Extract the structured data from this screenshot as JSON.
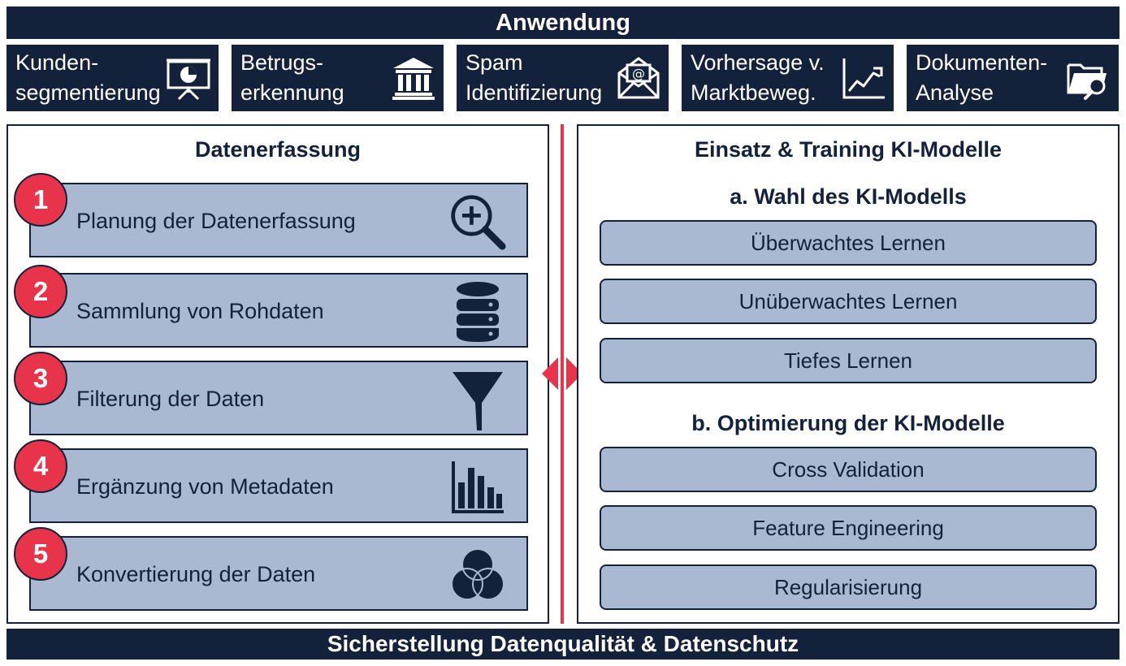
{
  "header": {
    "title": "Anwendung"
  },
  "applications": [
    {
      "label": "Kunden-\nsegmentierung",
      "icon": "presentation-chart-icon"
    },
    {
      "label": "Betrugs-\nerkennung",
      "icon": "bank-icon"
    },
    {
      "label": "Spam\nIdentifizierung",
      "icon": "email-icon"
    },
    {
      "label": "Vorhersage v.\nMarktbeweg.",
      "icon": "trend-chart-icon"
    },
    {
      "label": "Dokumenten-\nAnalyse",
      "icon": "folder-search-icon"
    }
  ],
  "left_panel": {
    "title": "Datenerfassung",
    "steps": [
      {
        "number": "1",
        "label": "Planung der Datenerfassung",
        "icon": "magnifier-plus-icon"
      },
      {
        "number": "2",
        "label": "Sammlung von Rohdaten",
        "icon": "database-icon"
      },
      {
        "number": "3",
        "label": "Filterung der Daten",
        "icon": "funnel-icon"
      },
      {
        "number": "4",
        "label": "Ergänzung von Metadaten",
        "icon": "bar-chart-icon"
      },
      {
        "number": "5",
        "label": "Konvertierung der Daten",
        "icon": "venn-icon"
      }
    ]
  },
  "right_panel": {
    "title": "Einsatz & Training KI-Modelle",
    "section_a": {
      "title": "a. Wahl des KI-Modells",
      "items": [
        "Überwachtes Lernen",
        "Unüberwachtes Lernen",
        "Tiefes Lernen"
      ]
    },
    "section_b": {
      "title": "b. Optimierung der KI-Modelle",
      "items": [
        "Cross Validation",
        "Feature Engineering",
        "Regularisierung"
      ]
    }
  },
  "footer": {
    "title": "Sicherstellung Datenqualität & Datenschutz"
  },
  "colors": {
    "navy": "#14213a",
    "box_fill": "#aab9d2",
    "accent_red": "#e8344a"
  }
}
